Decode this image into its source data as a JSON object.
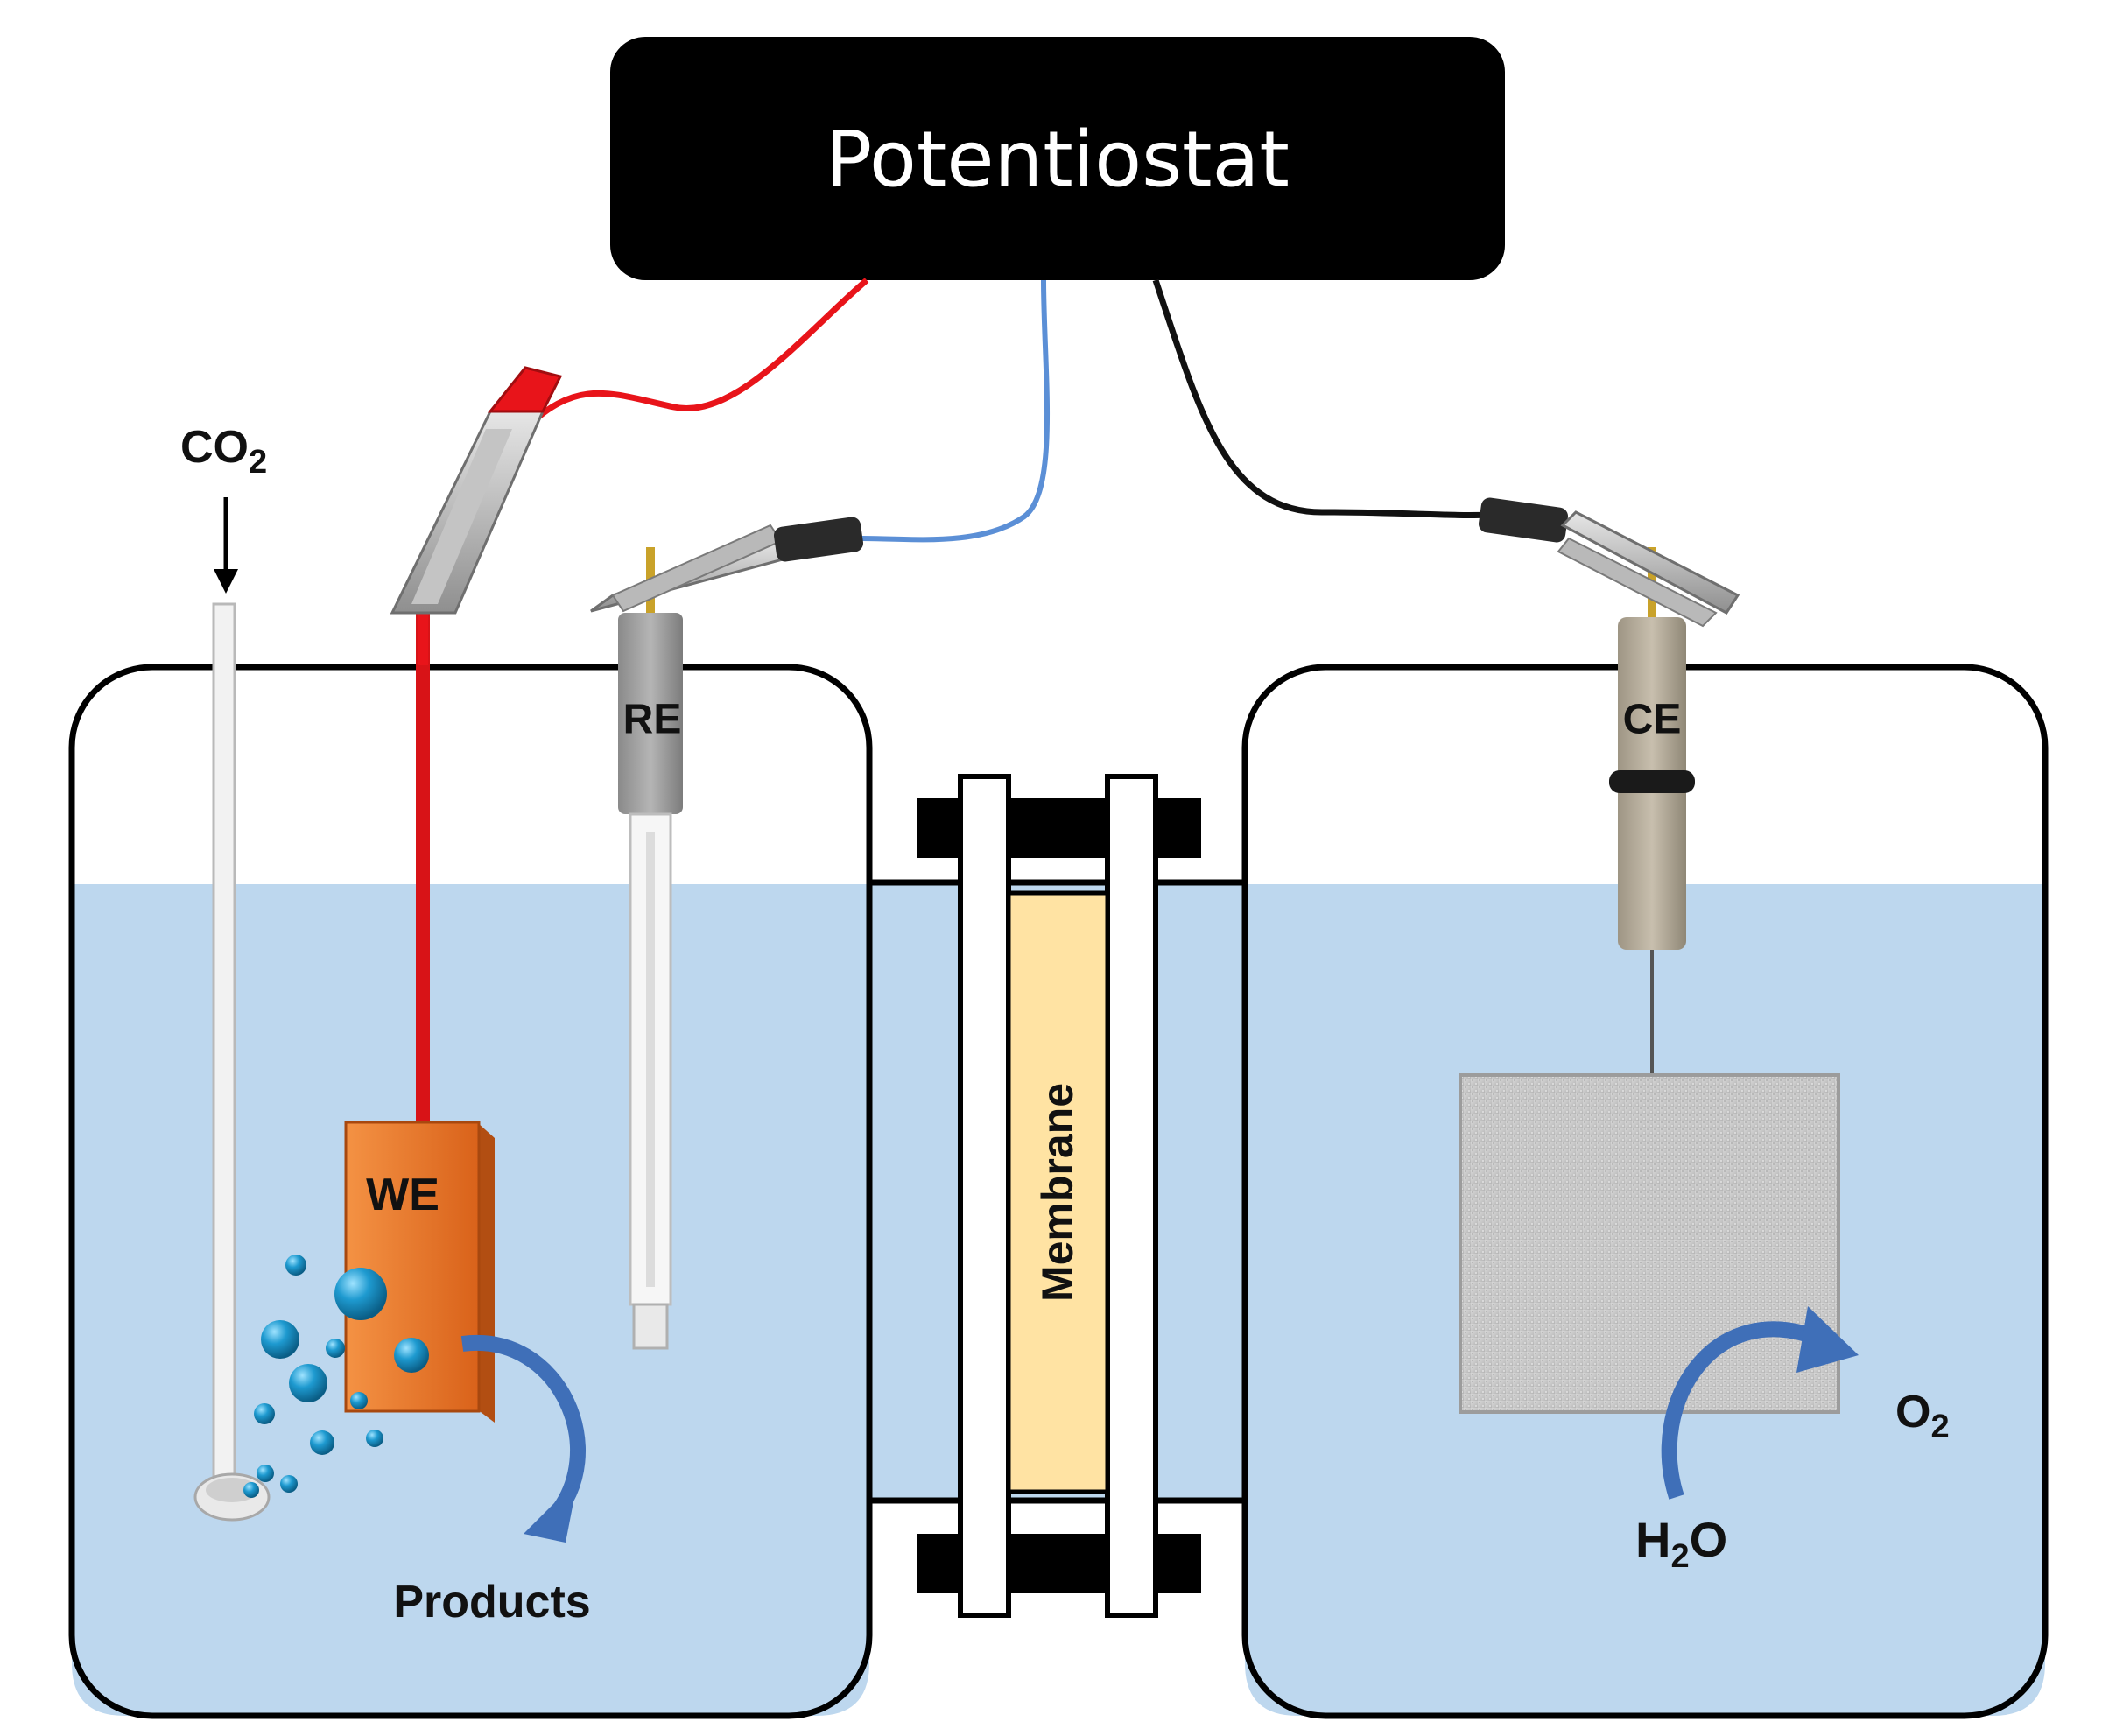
{
  "potentiostat": {
    "label": "Potentiostat"
  },
  "electrodes": {
    "working": "WE",
    "reference": "RE",
    "counter": "CE"
  },
  "membrane": {
    "label": "Membrane"
  },
  "gas_inlet": {
    "main": "CO",
    "subscript": "2"
  },
  "left_product": {
    "label": "Products"
  },
  "right_product": {
    "main": "O",
    "subscript": "2"
  },
  "right_reactant": {
    "prefix": "H",
    "subscript": "2",
    "suffix": "O"
  },
  "colors": {
    "electrolyte": "#bdd7ee",
    "potentiostat": "#000000",
    "we_lead": "#e8141a",
    "re_lead": "#5b8fd6",
    "ce_lead": "#111111",
    "membrane": "#ffe3a3",
    "we_electrode": "#f07b26",
    "arrow": "#3f6fb8",
    "bubble": "#1e9ad0"
  }
}
